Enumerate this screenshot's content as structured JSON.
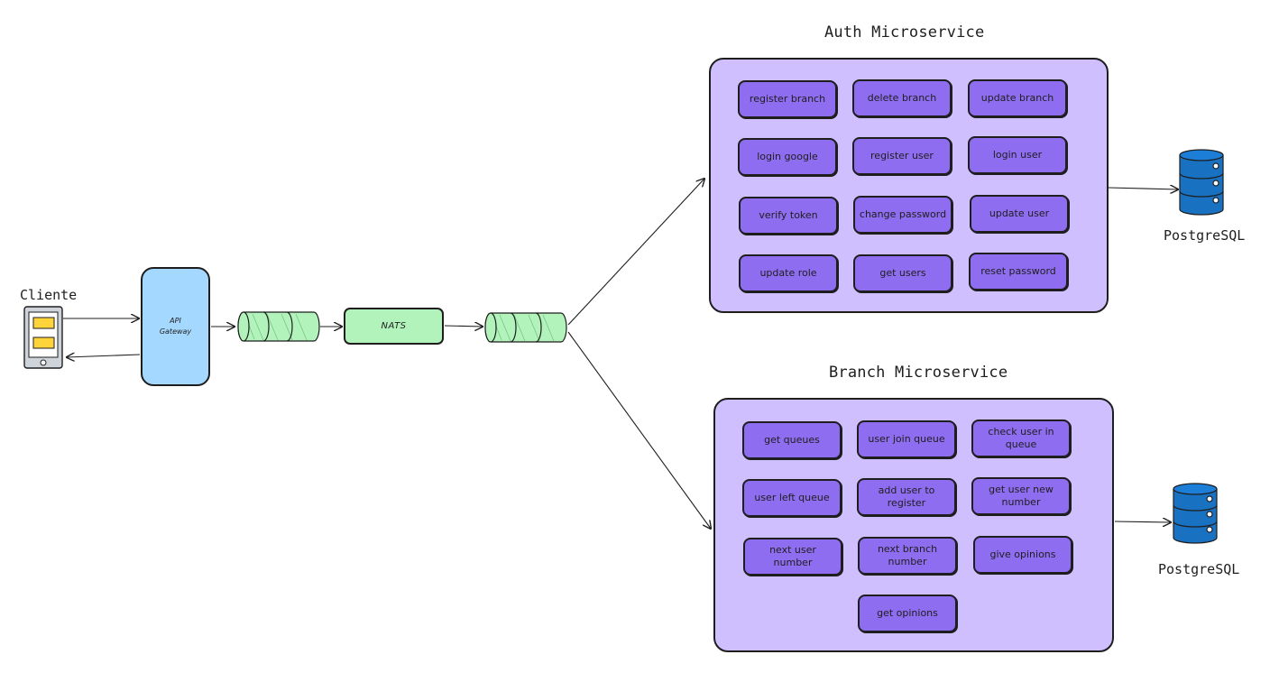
{
  "client": {
    "label": "Cliente"
  },
  "gateway": {
    "label": "API Gateway"
  },
  "broker": {
    "label": "NATS"
  },
  "auth": {
    "title": "Auth Microservice",
    "functions": [
      "register branch",
      "delete branch",
      "update branch",
      "login google",
      "register user",
      "login user",
      "verify token",
      "change password",
      "update user",
      "update role",
      "get users",
      "reset password"
    ],
    "database": "PostgreSQL"
  },
  "branch": {
    "title": "Branch Microservice",
    "functions": [
      "get queues",
      "user join queue",
      "check user in queue",
      "user left queue",
      "add user to register",
      "get user new number",
      "next user number",
      "next branch number",
      "give opinions",
      "get opinions"
    ],
    "database": "PostgreSQL"
  },
  "colors": {
    "panel": "#d0bfff",
    "function": "#8f6df0",
    "gateway": "#a5d8ff",
    "broker": "#b2f2bb",
    "queue": "#b2f2bb",
    "database": "#1971c2",
    "stroke": "#1e1e1e"
  }
}
